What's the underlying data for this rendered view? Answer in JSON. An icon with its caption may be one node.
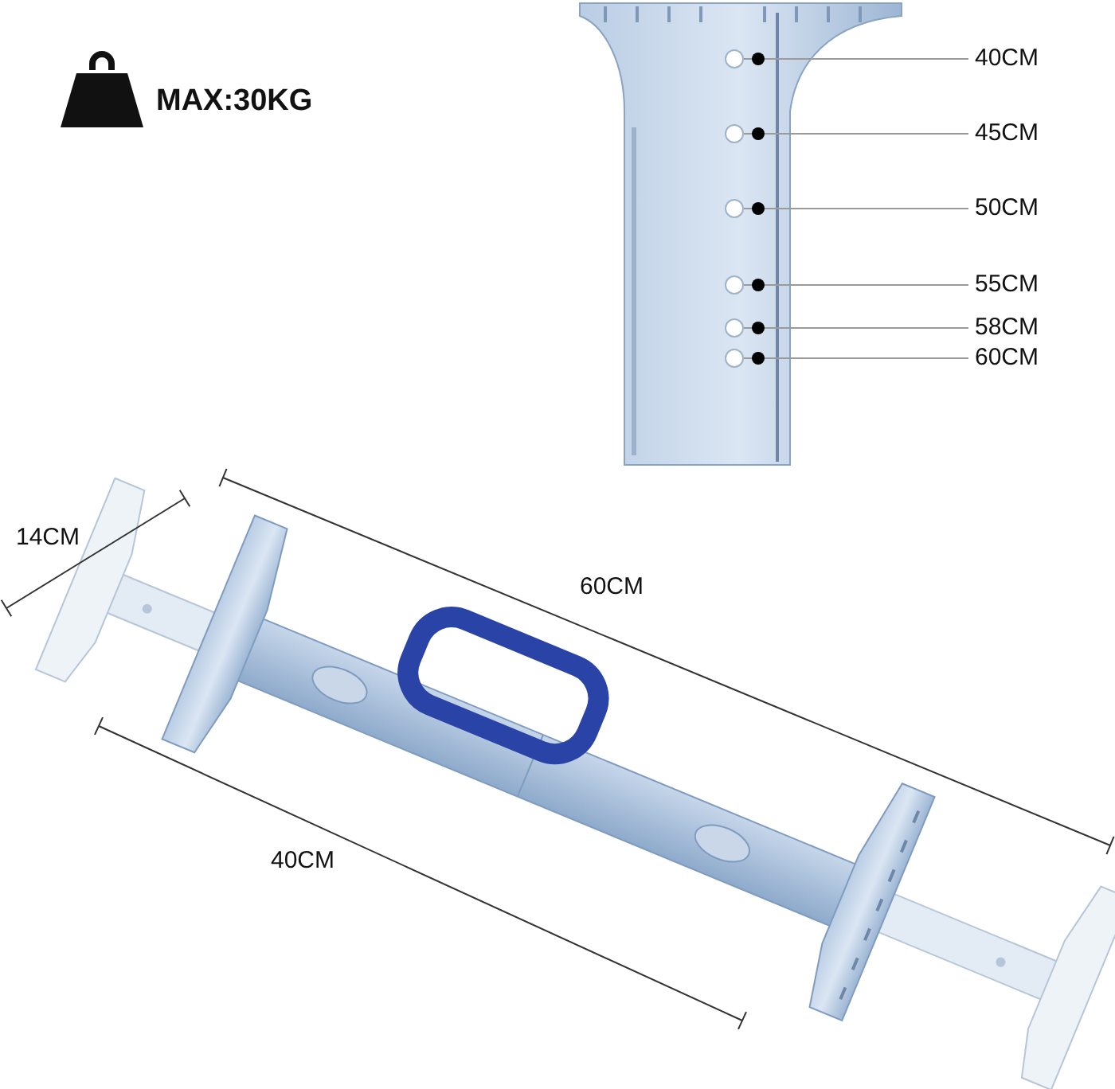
{
  "diagram": {
    "nodes": [
      {
        "text": [
          "40CM"
        ]
      },
      {
        "text": [
          "45CM"
        ]
      },
      {
        "text": [
          "50CM"
        ]
      },
      {
        "text": [
          "55CM"
        ]
      },
      {
        "text": [
          "58CM"
        ]
      },
      {
        "text": [
          "60CM"
        ]
      },
      {
        "text": [],
        "shape": "circle"
      },
      {
        "text": [],
        "shape": "circle"
      },
      {
        "text": [],
        "shape": "circle"
      },
      {
        "text": [],
        "shape": "circle"
      },
      {
        "text": [],
        "shape": "circle"
      },
      {
        "text": [],
        "shape": "circle"
      }
    ],
    "edges": [
      {
        "from": 0,
        "to": 6,
        "arrow": "other"
      },
      {
        "from": 1,
        "to": 7,
        "arrow": "other"
      },
      {
        "from": 2,
        "to": 8,
        "arrow": "other"
      },
      {
        "from": 3,
        "to": 9,
        "arrow": "other"
      },
      {
        "from": 4,
        "to": 10,
        "arrow": "other"
      },
      {
        "from": 5,
        "to": 11,
        "arrow": "other"
      }
    ],
    "labels": [
      "MAX:30KG",
      "14CM",
      "60CM",
      "40CM"
    ]
  }
}
